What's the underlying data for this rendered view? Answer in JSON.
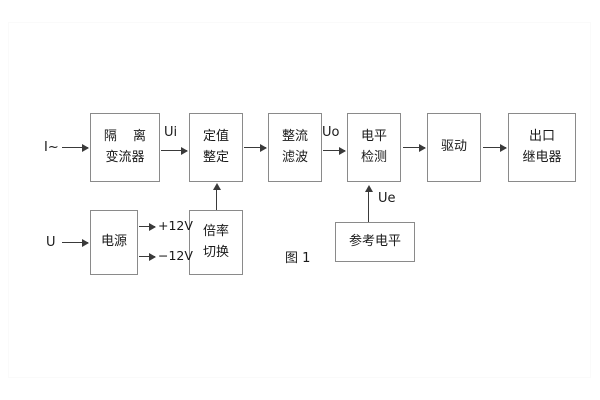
{
  "figure": {
    "caption": "图 1",
    "blocks": [
      {
        "id": "isolation",
        "lines": [
          "隔 离",
          "变流器"
        ]
      },
      {
        "id": "setting",
        "lines": [
          "定值",
          "整定"
        ]
      },
      {
        "id": "rectifier",
        "lines": [
          "整流",
          "滤波"
        ]
      },
      {
        "id": "level-detect",
        "lines": [
          "电平",
          "检测"
        ]
      },
      {
        "id": "driver",
        "lines": [
          "驱动"
        ]
      },
      {
        "id": "output-relay",
        "lines": [
          "出口",
          "继电器"
        ]
      },
      {
        "id": "power-supply",
        "lines": [
          "电源"
        ]
      },
      {
        "id": "multiplier",
        "lines": [
          "倍率",
          "切换"
        ]
      },
      {
        "id": "reference",
        "lines": [
          "参考电平"
        ]
      }
    ],
    "signals": {
      "current_input": "I~",
      "voltage_input": "U",
      "ui": "Ui",
      "uo": "Uo",
      "ue": "Ue",
      "rail_pos": "+12V",
      "rail_neg": "−12V"
    }
  }
}
